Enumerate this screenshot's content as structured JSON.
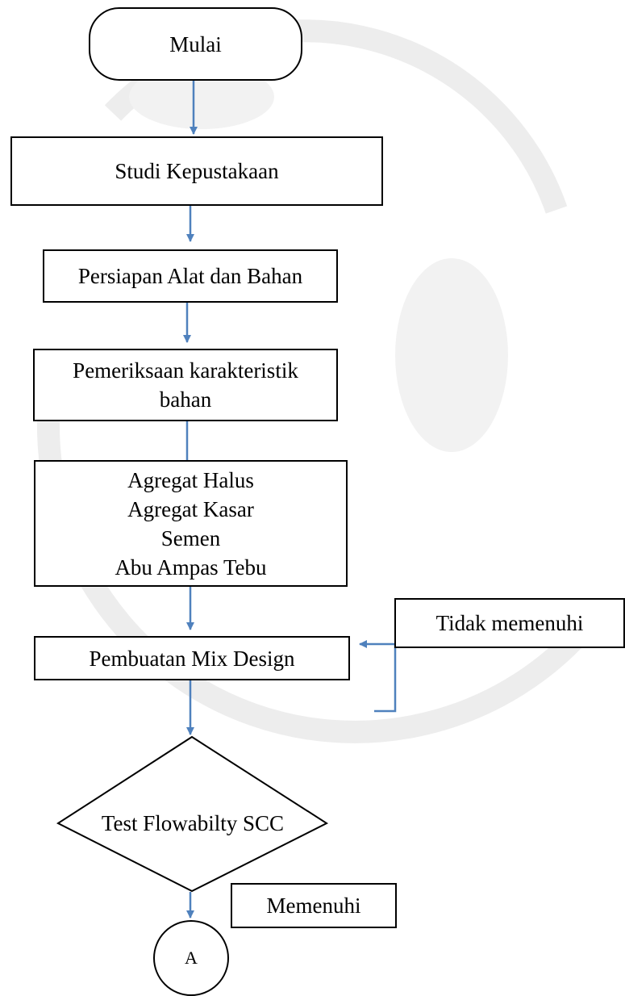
{
  "flowchart": {
    "start": "Mulai",
    "step1": "Studi Kepustakaan",
    "step2": "Persiapan Alat dan Bahan",
    "step3": [
      "Pemeriksaan karakteristik",
      "bahan"
    ],
    "materials": [
      "Agregat Halus",
      "Agregat Kasar",
      "Semen",
      "Abu Ampas Tebu"
    ],
    "step4": "Pembuatan Mix Design",
    "decision": "Test Flowabilty SCC",
    "no_label": "Tidak memenuhi",
    "yes_label": "Memenuhi",
    "connector": "A"
  },
  "colors": {
    "arrow": "#4F81BD",
    "border": "#000000",
    "watermark": "#ECECEC"
  }
}
